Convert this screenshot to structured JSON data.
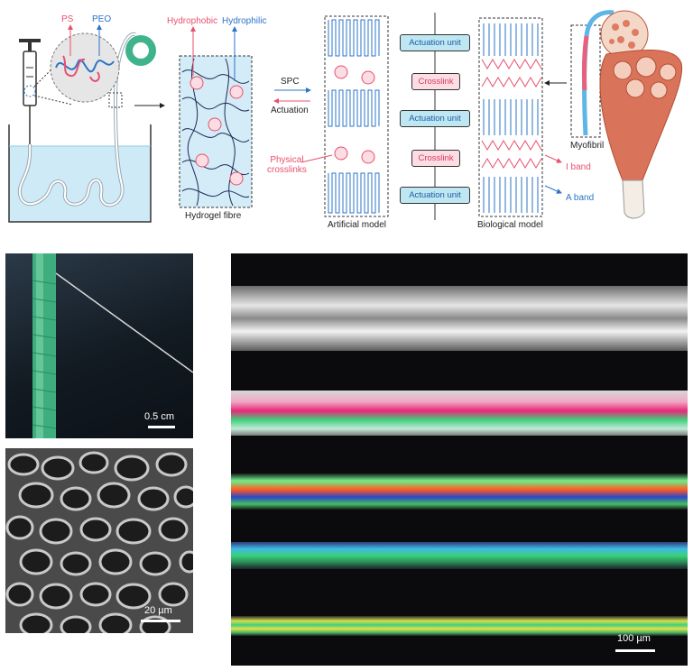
{
  "schematic": {
    "ps_label": "PS",
    "peo_label": "PEO",
    "hydrophobic_label": "Hydrophobic",
    "hydrophilic_label": "Hydrophilic",
    "spc_label": "SPC",
    "actuation_label": "Actuation",
    "physical_crosslinks_label": "Physical\ncrosslinks",
    "hydrogel_fibre_label": "Hydrogel fibre",
    "artificial_model_label": "Artificial model",
    "biological_model_label": "Biological model",
    "myofibril_label": "Myofibril",
    "i_band_label": "I band",
    "a_band_label": "A band",
    "units": [
      {
        "label": "Actuation unit",
        "kind": "actuation"
      },
      {
        "label": "Crosslink",
        "kind": "crosslink"
      },
      {
        "label": "Actuation unit",
        "kind": "actuation"
      },
      {
        "label": "Crosslink",
        "kind": "crosslink"
      },
      {
        "label": "Actuation unit",
        "kind": "actuation"
      }
    ]
  },
  "photos": {
    "fibre_scale": "0.5 cm",
    "sem_scale": "20 µm",
    "micro_scale": "100 µm"
  },
  "colors": {
    "pink": "#e8506e",
    "blue": "#2a74c9",
    "water": "#cfeaf7",
    "actuation_fill": "#bfe7f2",
    "crosslink_fill": "#fbdde3",
    "muscle": "#d9745a"
  }
}
